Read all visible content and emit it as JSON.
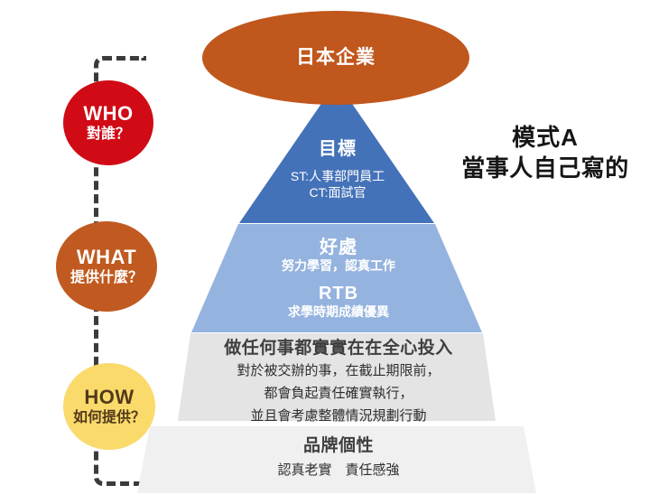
{
  "slide": {
    "title_main": "模式A",
    "title_sub": "當事人自己寫的",
    "background": "#FFFFFF"
  },
  "top_ellipse": {
    "label": "日本企業",
    "fill": "#C0571C",
    "text_color": "#FFFFFF"
  },
  "questions": [
    {
      "id": "who",
      "english": "WHO",
      "chinese": "對誰？",
      "fill": "#D00B15",
      "text_color": "#FFFFFF"
    },
    {
      "id": "what",
      "english": "WHAT",
      "chinese": "提供什麼？",
      "fill": "#C05A20",
      "text_color": "#FFFFFF"
    },
    {
      "id": "how",
      "english": "HOW",
      "chinese": "如何提供？",
      "fill": "#FADA6B",
      "text_color": "#53391A"
    }
  ],
  "pyramid": {
    "tiers": [
      {
        "id": "tier-goal",
        "heading": "目標",
        "lines": [
          "ST:人事部門員工",
          "CT:面試官"
        ],
        "fill": "#4472B8",
        "text_color": "#FFFFFF"
      },
      {
        "id": "tier-benefit",
        "heading": "好處",
        "line1": "努力學習，認真工作",
        "heading2": "RTB",
        "line2": "求學時期成績優異",
        "fill": "#95B3DF",
        "text_color": "#FFFFFF"
      },
      {
        "id": "tier-how",
        "heading": "做任何事都實實在在全心投入",
        "lines": [
          "對於被交辦的事，在截止期限前，",
          "都會負起責任確實執行，",
          "並且會考慮整體情況規劃行動"
        ],
        "fill": "#E4E4E4",
        "text_color": "#2E2E2E"
      },
      {
        "id": "tier-personality",
        "heading": "品牌個性",
        "lines": [
          "認真老實　責任感強"
        ],
        "fill": "#F0F0F0",
        "text_color": "#2E2E2E"
      }
    ]
  }
}
